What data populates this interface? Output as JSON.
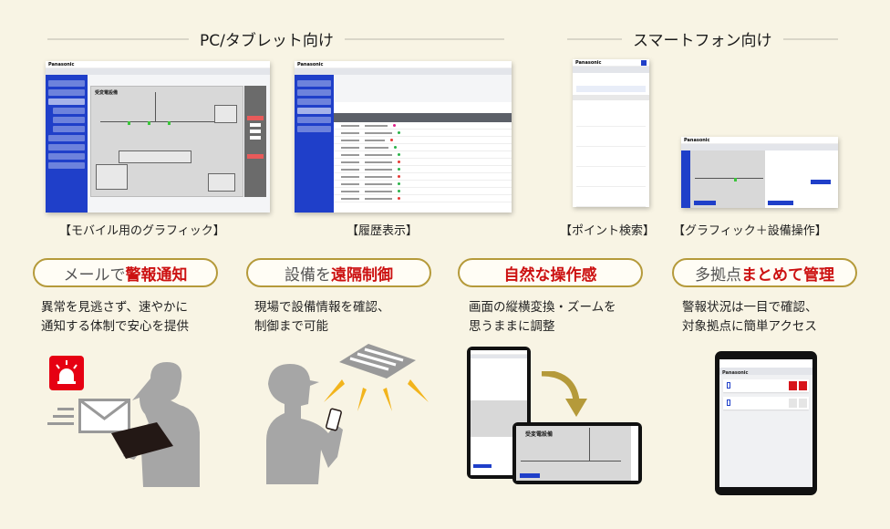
{
  "headers": {
    "pc_tablet": "PC/タブレット向け",
    "smartphone": "スマートフォン向け"
  },
  "screenshots": [
    {
      "id": "mobile-graphic",
      "caption": "【モバイル用のグラフィック】",
      "app_logo": "Panasonic",
      "screen_title": "受変電設備"
    },
    {
      "id": "history",
      "caption": "【履歴表示】",
      "app_logo": "Panasonic"
    },
    {
      "id": "point-search",
      "caption": "【ポイント検索】",
      "app_logo": "Panasonic"
    },
    {
      "id": "graphic-control",
      "caption": "【グラフィック＋設備操作】",
      "app_logo": "Panasonic"
    }
  ],
  "features": [
    {
      "title_plain": "メールで",
      "title_highlight": "警報通知",
      "description_line1": "異常を見逃さず、速やかに",
      "description_line2": "通知する体制で安心を提供"
    },
    {
      "title_plain": "設備を",
      "title_highlight": "遠隔制御",
      "description_line1": "現場で設備情報を確認、",
      "description_line2": "制御まで可能"
    },
    {
      "title_plain": "",
      "title_highlight": "自然な操作感",
      "description_line1": "画面の縦横変換・ズームを",
      "description_line2": "思うままに調整"
    },
    {
      "title_plain": "多拠点",
      "title_highlight": "まとめて管理",
      "description_line1": "警報状況は一目で確認、",
      "description_line2": "対象拠点に簡単アクセス"
    }
  ],
  "illustrations": {
    "rotate_screen_title": "受変電設備",
    "multisite_logo": "Panasonic"
  },
  "colors": {
    "background": "#f8f4e4",
    "pill_border": "#b59a3a",
    "highlight_red": "#cc1111",
    "app_blue": "#1f3fc9",
    "alarm_red": "#e60012",
    "light_yellow": "#f2b41c",
    "silhouette_gray": "#a6a6a6"
  }
}
